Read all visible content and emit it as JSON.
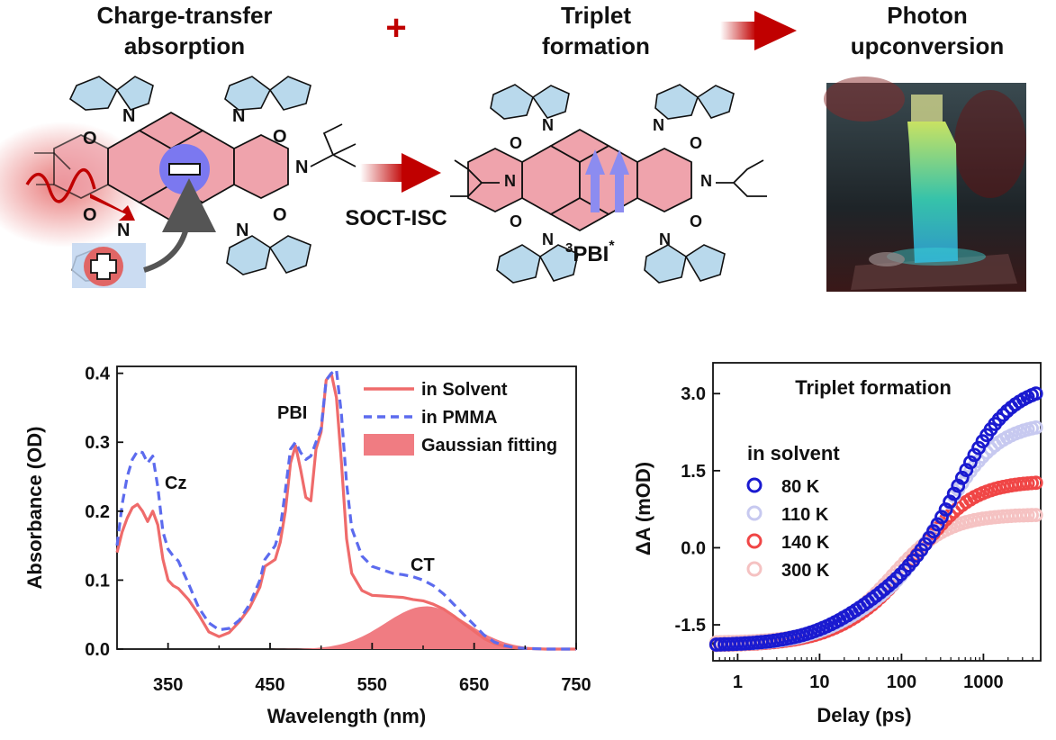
{
  "header": {
    "step1_line1": "Charge-transfer",
    "step1_line2": "absorption",
    "plus": "+",
    "step2_line1": "Triplet",
    "step2_line2": "formation",
    "step3_line1": "Photon",
    "step3_line2": "upconversion"
  },
  "scheme": {
    "mechanism_label": "SOCT-ISC",
    "triplet_label_sup": "3",
    "triplet_label_main": "PBI",
    "triplet_label_star": "*",
    "atom_N": "N",
    "atom_O": "O",
    "colors": {
      "core": "#EFA3AC",
      "carbazole": "#B9D9EC",
      "arrow": "#C00000",
      "spin": "#8C8CF0",
      "hole": "#E06666",
      "electron": "#7B78F0"
    }
  },
  "chart_data": [
    {
      "type": "line",
      "xlabel": "Wavelength (nm)",
      "ylabel": "Absorbance (OD)",
      "xlim": [
        300,
        750
      ],
      "ylim": [
        0,
        0.41
      ],
      "xticks": [
        350,
        450,
        550,
        650,
        750
      ],
      "yticks": [
        0.0,
        0.1,
        0.2,
        0.3,
        0.4
      ],
      "ytick_labels": [
        "0.0",
        "0.1",
        "0.2",
        "0.3",
        "0.4"
      ],
      "legend_position": "top-right",
      "annotations": [
        "Cz",
        "PBI",
        "CT"
      ],
      "series": [
        {
          "name": "in Solvent",
          "style": "solid",
          "color": "#EF6B6B",
          "x": [
            300,
            305,
            310,
            315,
            320,
            325,
            330,
            335,
            340,
            345,
            350,
            355,
            360,
            370,
            380,
            390,
            400,
            410,
            420,
            430,
            440,
            445,
            450,
            455,
            460,
            465,
            470,
            475,
            480,
            485,
            490,
            495,
            500,
            505,
            510,
            515,
            520,
            525,
            530,
            540,
            550,
            560,
            570,
            580,
            590,
            600,
            610,
            620,
            630,
            640,
            650,
            660,
            670,
            680,
            690,
            700,
            720,
            750
          ],
          "y": [
            0.14,
            0.17,
            0.19,
            0.205,
            0.21,
            0.2,
            0.185,
            0.2,
            0.18,
            0.13,
            0.1,
            0.092,
            0.088,
            0.072,
            0.05,
            0.025,
            0.018,
            0.024,
            0.04,
            0.06,
            0.09,
            0.12,
            0.125,
            0.13,
            0.155,
            0.2,
            0.27,
            0.295,
            0.26,
            0.22,
            0.215,
            0.29,
            0.315,
            0.39,
            0.4,
            0.365,
            0.27,
            0.16,
            0.11,
            0.085,
            0.078,
            0.077,
            0.076,
            0.075,
            0.072,
            0.07,
            0.065,
            0.058,
            0.048,
            0.037,
            0.026,
            0.015,
            0.008,
            0.004,
            0.002,
            0.001,
            0,
            0
          ]
        },
        {
          "name": "in PMMA",
          "style": "dashed",
          "color": "#5C6BEE",
          "x": [
            300,
            305,
            310,
            315,
            320,
            325,
            330,
            335,
            340,
            345,
            350,
            355,
            360,
            370,
            380,
            390,
            400,
            410,
            420,
            430,
            440,
            445,
            450,
            455,
            460,
            465,
            470,
            475,
            480,
            485,
            490,
            495,
            500,
            505,
            510,
            515,
            520,
            525,
            530,
            540,
            550,
            560,
            570,
            580,
            590,
            600,
            610,
            620,
            630,
            640,
            650,
            660,
            670,
            680,
            690,
            700,
            720,
            750
          ],
          "y": [
            0.15,
            0.21,
            0.25,
            0.275,
            0.287,
            0.285,
            0.27,
            0.28,
            0.235,
            0.17,
            0.145,
            0.135,
            0.128,
            0.095,
            0.06,
            0.038,
            0.028,
            0.03,
            0.042,
            0.065,
            0.1,
            0.13,
            0.14,
            0.15,
            0.175,
            0.23,
            0.29,
            0.3,
            0.285,
            0.275,
            0.28,
            0.3,
            0.32,
            0.39,
            0.4,
            0.405,
            0.34,
            0.24,
            0.175,
            0.135,
            0.12,
            0.115,
            0.11,
            0.108,
            0.105,
            0.1,
            0.092,
            0.08,
            0.065,
            0.05,
            0.035,
            0.02,
            0.01,
            0.005,
            0.002,
            0.001,
            0,
            0
          ]
        }
      ],
      "fill_series": {
        "name": "Gaussian fitting",
        "color": "#F07C82",
        "center": 603,
        "sigma": 40,
        "amplitude": 0.062
      }
    },
    {
      "type": "scatter",
      "title": "Triplet formation",
      "xlabel": "Delay (ps)",
      "ylabel": "ΔA (mOD)",
      "xscale": "log",
      "xlim": [
        0.5,
        5000
      ],
      "ylim": [
        -2.2,
        3.6
      ],
      "xticks": [
        1,
        10,
        100,
        1000
      ],
      "yticks": [
        -1.5,
        0.0,
        1.5,
        3.0
      ],
      "ytick_labels": [
        "-1.5",
        "0.0",
        "1.5",
        "3.0"
      ],
      "legend_title": "in solvent",
      "legend_position": "left",
      "series": [
        {
          "name": "80 K",
          "color": "#1A1AD0",
          "y0": -1.9,
          "y1": 3.2,
          "tau": 500,
          "rise": 30
        },
        {
          "name": "110 K",
          "color": "#C7C9F0",
          "y0": -1.9,
          "y1": 2.45,
          "tau": 350,
          "rise": 30
        },
        {
          "name": "140 K",
          "color": "#F04646",
          "y0": -1.9,
          "y1": 1.3,
          "tau": 180,
          "rise": 30
        },
        {
          "name": "300 K",
          "color": "#F5C2C2",
          "y0": -1.85,
          "y1": 0.65,
          "tau": 90,
          "rise": 30
        }
      ]
    }
  ]
}
